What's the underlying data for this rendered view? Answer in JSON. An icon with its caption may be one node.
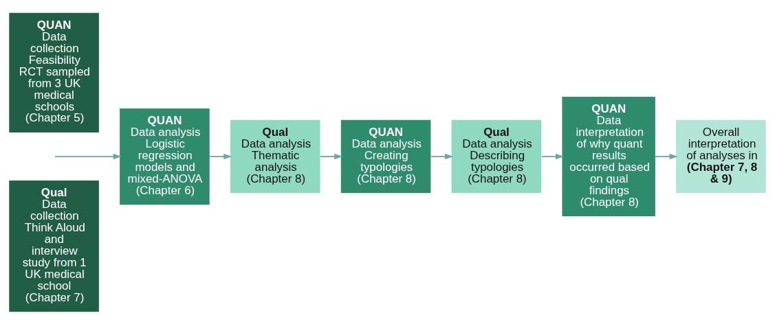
{
  "diagram": {
    "nodes": [
      {
        "text": [
          "QUAN",
          "Data collection",
          "Feasibility RCT sampled from 3 UK medical schools",
          "(Chapter 5)"
        ]
      },
      {
        "text": [
          "Qual",
          "Data collection",
          "Think Aloud and interview study from 1 UK medical school",
          "(Chapter 7)"
        ]
      },
      {
        "text": [
          "QUAN",
          "Data analysis",
          "Logistic regression models and mixed-ANOVA",
          "(Chapter 6)"
        ]
      },
      {
        "text": [
          "Qual",
          "Data analysis",
          "Thematic analysis",
          "(Chapter 8)"
        ]
      },
      {
        "text": [
          "QUAN",
          "Data analysis",
          "Creating typologies",
          "(Chapter 8)"
        ]
      },
      {
        "text": [
          "Qual",
          "Data analysis",
          "Describing typologies",
          "(Chapter 8)"
        ]
      },
      {
        "text": [
          "QUAN",
          "Data interpretation of why quant results occurred based on qual findings",
          "(Chapter 8)"
        ]
      },
      {
        "text": [
          "Overall interpretation of analyses in **(Chapter 7, 8 & 9)**"
        ]
      }
    ],
    "edges": [
      {
        "from": null,
        "to": 2,
        "arrow": "to"
      },
      {
        "from": 2,
        "to": 3,
        "arrow": "to"
      },
      {
        "from": 3,
        "to": 4,
        "arrow": "to"
      },
      {
        "from": 4,
        "to": 5,
        "arrow": "to"
      },
      {
        "from": 5,
        "to": 6,
        "arrow": "to"
      },
      {
        "from": 6,
        "to": 7,
        "arrow": "to"
      }
    ]
  }
}
